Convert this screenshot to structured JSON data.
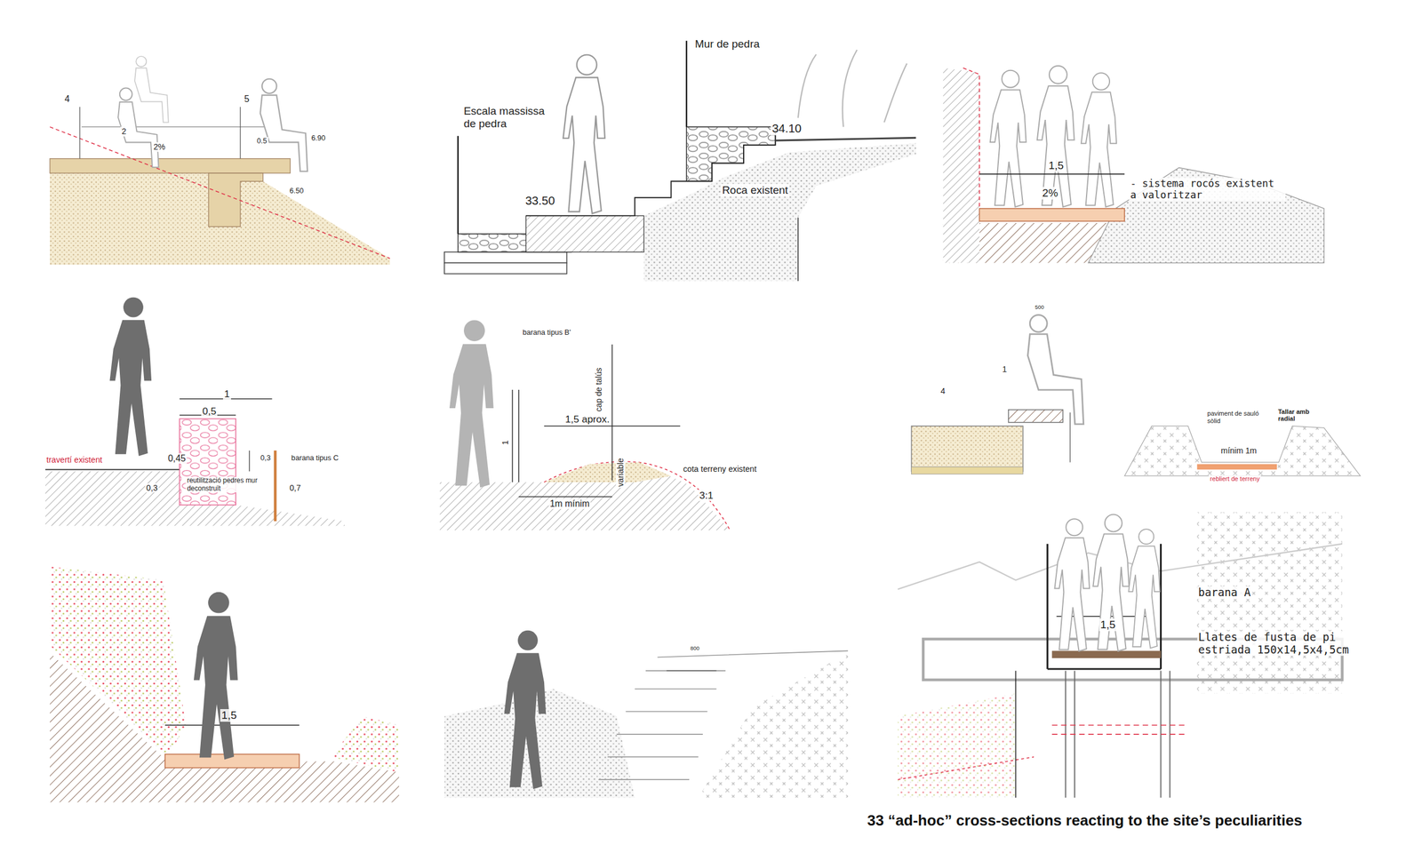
{
  "diagram": {
    "caption": "33 “ad-hoc” cross-sections reacting to the site’s peculiarities",
    "labels": [
      "4",
      "2",
      "2%",
      "5",
      "0.5",
      "6.90",
      "6.50",
      "Escala massissa de pedra",
      "Mur de pedra",
      "33.50",
      "34.10",
      "Roca existent",
      "1,5",
      "2%",
      "- sistema rocós existent a valoritzar",
      "1",
      "0,5",
      "travertí existent",
      "0,45",
      "0,3",
      "barana tipus C",
      "0,3",
      "reutilització pedres mur deconstruït",
      "0,7",
      "barana tipus B'",
      "cap de talús",
      "1,5 aprox.",
      "1",
      "variable",
      "cota terreny existent",
      "1m mínim",
      "3:1",
      "500",
      "4",
      "1",
      "paviment de sauló sòlid",
      "Tallar amb radial",
      "mínim 1m",
      "rebliert de terreny",
      "1,5",
      "800",
      "barana A",
      "1,5",
      "Llates de fusta de pi estriada 150x14,5x4,5cm"
    ]
  }
}
